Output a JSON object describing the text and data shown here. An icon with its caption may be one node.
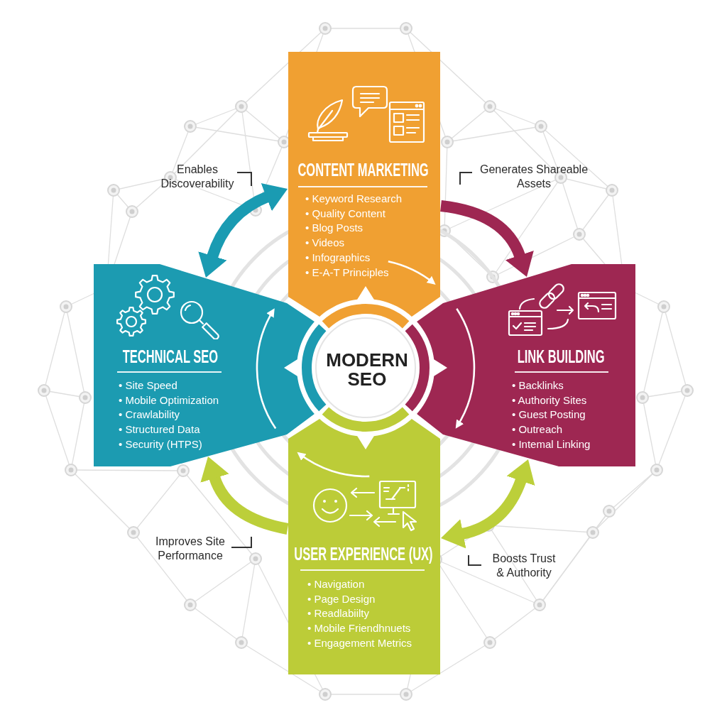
{
  "diagram": {
    "nodes": [
      {
        "text": [
          "CONTENT MARKETING",
          "• Keyword Research",
          "• Quality Content",
          "• Blog Posts",
          "• Videos",
          "• Infographics",
          "• E-A-T Principles"
        ]
      },
      {
        "text": [
          "TECHNICAL SEO",
          "• Site Speed",
          "• Mobile Optimization",
          "• Crawlability",
          "• Structured Data",
          "• Security (HTPS)"
        ]
      },
      {
        "text": [
          "MODERN SEO"
        ]
      },
      {
        "text": [
          "LINK BUILDING",
          "• Backlinks",
          "• Authority Sites",
          "• Guest Posting",
          "• Outreach",
          "• Intemal Linking"
        ]
      },
      {
        "text": [
          "USER EXPERIENCE (UX)",
          "• Navigation",
          "• Page Design",
          "• Readlabiilty",
          "• Mobile Friendhnuets",
          "• Engagement Metrics"
        ]
      }
    ],
    "edges": [
      {
        "from": 1,
        "to": 0,
        "arrow": "both",
        "label": "Enables Discoverability",
        "color": "#1a9bb2"
      },
      {
        "from": 0,
        "to": 3,
        "arrow": "to",
        "label": "Generates Shareable Assets",
        "color": "#9e2752"
      },
      {
        "from": 4,
        "to": 1,
        "arrow": "to",
        "label": "Improves Site Performance",
        "color": "#bccf3a"
      },
      {
        "from": 4,
        "to": 3,
        "arrow": "both",
        "label": "Boosts Trust & Authority",
        "color": "#bccf3a"
      }
    ]
  }
}
